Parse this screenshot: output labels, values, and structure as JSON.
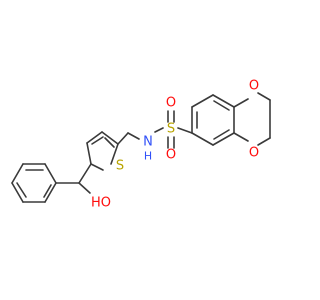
{
  "molecule": {
    "atoms": {
      "sulfonyl_o_top": {
        "label": "O",
        "color": "#ff0d0d"
      },
      "sulfonyl_o_bottom": {
        "label": "O",
        "color": "#ff0d0d"
      },
      "sulfur": {
        "label": "S",
        "color": "#b8a400"
      },
      "amide_n": {
        "label": "N",
        "color": "#3050f8"
      },
      "amide_h": {
        "label": "H",
        "color": "#3050f8"
      },
      "thiophene_s": {
        "label": "S",
        "color": "#b8a400"
      },
      "dioxane_o_top": {
        "label": "O",
        "color": "#ff0d0d"
      },
      "dioxane_o_bottom": {
        "label": "O",
        "color": "#ff0d0d"
      },
      "hydroxyl_o": {
        "label": "HO",
        "color": "#ff0d0d"
      }
    }
  }
}
